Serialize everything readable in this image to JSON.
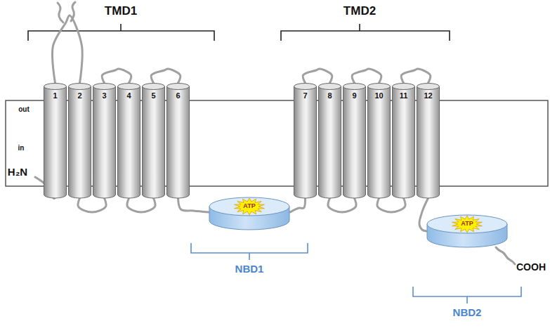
{
  "diagram": {
    "nodes": [
      {
        "text": [
          "1"
        ]
      },
      {
        "text": [
          "2"
        ]
      },
      {
        "text": [
          "3"
        ]
      },
      {
        "text": [
          "4"
        ]
      },
      {
        "text": [
          "5"
        ]
      },
      {
        "text": [
          "6"
        ]
      },
      {
        "text": [
          "ATP"
        ]
      },
      {
        "text": [
          "7"
        ]
      },
      {
        "text": [
          "8"
        ]
      },
      {
        "text": [
          "9"
        ]
      },
      {
        "text": [
          "10"
        ]
      },
      {
        "text": [
          "11"
        ]
      },
      {
        "text": [
          "12"
        ]
      },
      {
        "text": [
          "ATP"
        ]
      }
    ],
    "edges": [
      {
        "from": 0,
        "to": 1,
        "arrow": "none"
      },
      {
        "from": 1,
        "to": 2,
        "arrow": "none"
      },
      {
        "from": 2,
        "to": 3,
        "arrow": "none"
      },
      {
        "from": 3,
        "to": 4,
        "arrow": "none"
      },
      {
        "from": 4,
        "to": 5,
        "arrow": "none"
      },
      {
        "from": 5,
        "to": 6,
        "arrow": "none"
      },
      {
        "from": 6,
        "to": 7,
        "arrow": "none"
      },
      {
        "from": 7,
        "to": 8,
        "arrow": "none"
      },
      {
        "from": 8,
        "to": 9,
        "arrow": "none"
      },
      {
        "from": 9,
        "to": 10,
        "arrow": "none"
      },
      {
        "from": 10,
        "to": 11,
        "arrow": "none"
      },
      {
        "from": 11,
        "to": 12,
        "arrow": "none"
      },
      {
        "from": 12,
        "to": 13,
        "arrow": "none"
      }
    ],
    "labels": [
      "TMD1",
      "TMD2",
      "out",
      "in",
      "H₂N",
      "NBD1",
      "NBD2",
      "COOH"
    ]
  }
}
